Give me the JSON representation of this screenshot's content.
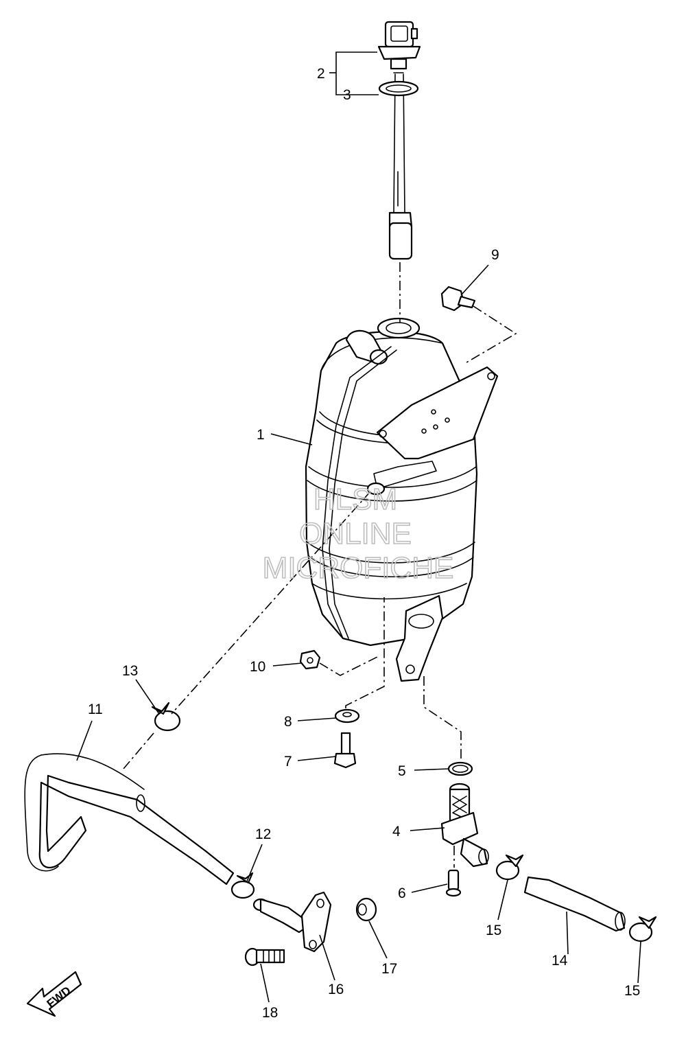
{
  "callouts": {
    "c1": "1",
    "c2": "2",
    "c3": "3",
    "c4": "4",
    "c5": "5",
    "c6": "6",
    "c7": "7",
    "c8": "8",
    "c9": "9",
    "c10": "10",
    "c11": "11",
    "c12": "12",
    "c13": "13",
    "c14": "14",
    "c15a": "15",
    "c15b": "15",
    "c16": "16",
    "c17": "17",
    "c18": "18"
  },
  "watermark": {
    "line1": "HLSM",
    "line2": "ONLINE",
    "line3": "MICROFICHE"
  },
  "fwd_label": "FWD",
  "colors": {
    "line": "#000000",
    "background": "#ffffff",
    "watermark": "#bdbdbd"
  }
}
